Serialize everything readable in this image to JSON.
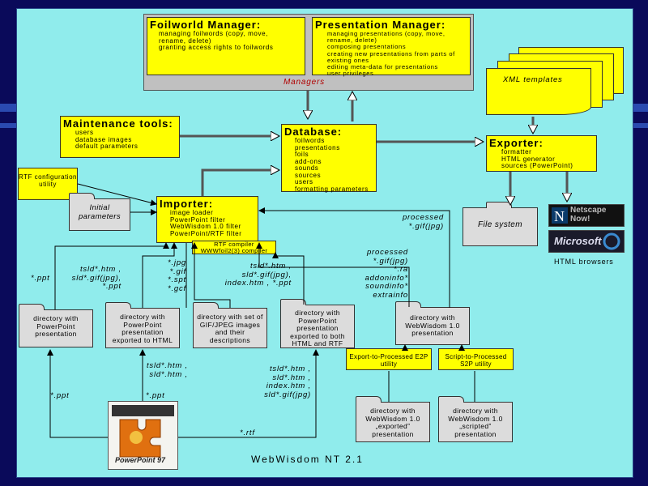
{
  "foilworld_manager": {
    "title": "Foilworld Manager:",
    "items": [
      "managing foilwords (copy, move,",
      "rename, delete)",
      "granting access rights to foilwords"
    ]
  },
  "presentation_manager": {
    "title": "Presentation Manager:",
    "items": [
      "managing presentations (copy, move,",
      "rename, delete)",
      "composing presentations",
      "creating new presentations from parts of",
      "existing ones",
      "editing meta-data for presentations",
      "user privileges"
    ]
  },
  "managers_label": "Managers",
  "xml_templates": "XML templates",
  "maintenance_tools": {
    "title": "Maintenance tools:",
    "items": [
      "users",
      "database images",
      "default parameters"
    ]
  },
  "database": {
    "title": "Database:",
    "items": [
      "foilwords",
      "presentations",
      "foils",
      "add-ons",
      "sounds",
      "sources",
      "users",
      "formatting parameters"
    ]
  },
  "exporter": {
    "title": "Exporter:",
    "items": [
      "formatter",
      "HTML generator",
      "sources (PowerPoint)"
    ]
  },
  "rtf_config": "RTF configuration utility",
  "initial_parameters": "Initial parameters",
  "importer": {
    "title": "Importer:",
    "items": [
      "image loader",
      "PowerPoint filter",
      "WebWisdom 1.0 filter",
      "PowerPoint/RTF filter"
    ]
  },
  "rtf_compiler": [
    "RTF compiler",
    "WWWfoil2(3) compiler"
  ],
  "file_system": "File system",
  "html_browsers": "HTML browsers",
  "netscape_logo": "Netscape Now!",
  "microsoft_logo": "Microsoft",
  "flow_labels": {
    "processed_gif": [
      "processed",
      "*.gif(jpg)"
    ],
    "ppt_left": "*.ppt",
    "tsld_1": [
      "tsld*.htm ,",
      "sld*.gif(jpg),",
      "*.ppt"
    ],
    "jpg_set": [
      "*.jpg",
      "*.gif",
      "*.spt",
      "*.gcf"
    ],
    "tsld_2": [
      "tsld*.htm ,",
      "sld*.gif(jpg),",
      "index.htm , *.ppt"
    ],
    "processed_2": [
      "processed",
      "*.gif(jpg)",
      "*.ra",
      "addoninfo*",
      "soundinfo*",
      "extrainfo"
    ],
    "ppt_bottom": "*.ppt",
    "ppt_mid": "*.ppt",
    "tsld_3": [
      "tsld*.htm ,",
      "sld*.htm ,"
    ],
    "tsld_4": [
      "tsld*.htm ,",
      "sld*.htm ,",
      "index.htm ,",
      "sld*.gif(jpg)"
    ],
    "rtf": "*.rtf"
  },
  "folders": {
    "ppt_dir": "directory with PowerPoint presentation",
    "html_dir": "directory with PowerPoint presentation exported to HTML",
    "gif_dir": "directory with set of GIF/JPEG images and their descriptions",
    "both_dir": "directory with PowerPoint presentation exported to both HTML and RTF",
    "ww_dir": "directory with WebWisdom 1.0 presentation",
    "exported_dir": "directory with WebWisdom 1.0 „exported” presentation",
    "scripted_dir": "directory with WebWisdom 1.0 „scripted” presentation"
  },
  "export_util": "Export-to-Processed E2P utility",
  "script_util": "Script-to-Processed S2P utility",
  "powerpoint_label": "PowerPoint 97",
  "footer": "WebWisdom NT 2.1",
  "colors": {
    "background": "#90ecec",
    "box": "#ffff00",
    "folder": "#dcdcdc",
    "frame": "#0a0a5a"
  }
}
